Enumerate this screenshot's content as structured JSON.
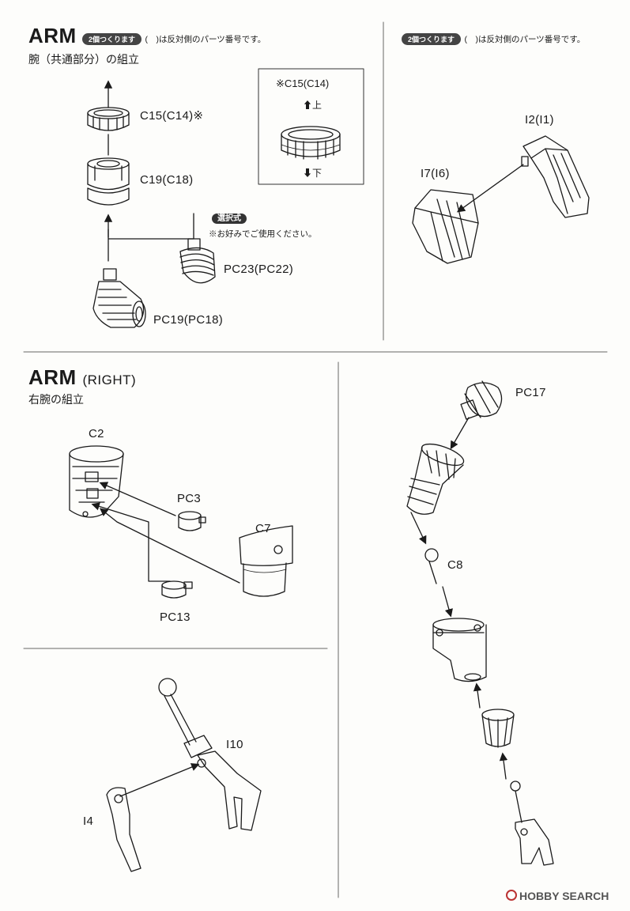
{
  "arm_common": {
    "title": "ARM",
    "badge": "2個つくります",
    "note": "(　)は反対側のパーツ番号です。",
    "subtitle": "腕（共通部分）の組立",
    "labels": {
      "c15": "C15(C14)※",
      "c19": "C19(C18)",
      "pc23": "PC23(PC22)",
      "pc19": "PC19(PC18)"
    },
    "inset": {
      "title": "※C15(C14)",
      "up": "⬆上",
      "down": "⬇下"
    },
    "option": {
      "badge": "選択式",
      "note": "※お好みでご使用ください。"
    }
  },
  "arm_common_right": {
    "badge": "2個つくります",
    "note": "(　)は反対側のパーツ番号です。",
    "labels": {
      "i2": "I2(I1)",
      "i7": "I7(I6)"
    }
  },
  "arm_right": {
    "title": "ARM",
    "title_suffix": "(RIGHT)",
    "subtitle": "右腕の組立",
    "labels": {
      "c2": "C2",
      "pc3": "PC3",
      "c7": "C7",
      "pc13": "PC13"
    }
  },
  "hand": {
    "labels": {
      "i10": "I10",
      "i4": "I4"
    }
  },
  "right_column": {
    "labels": {
      "pc17": "PC17",
      "c8": "C8"
    }
  },
  "watermark": {
    "text": "HOBBY SEARCH"
  }
}
